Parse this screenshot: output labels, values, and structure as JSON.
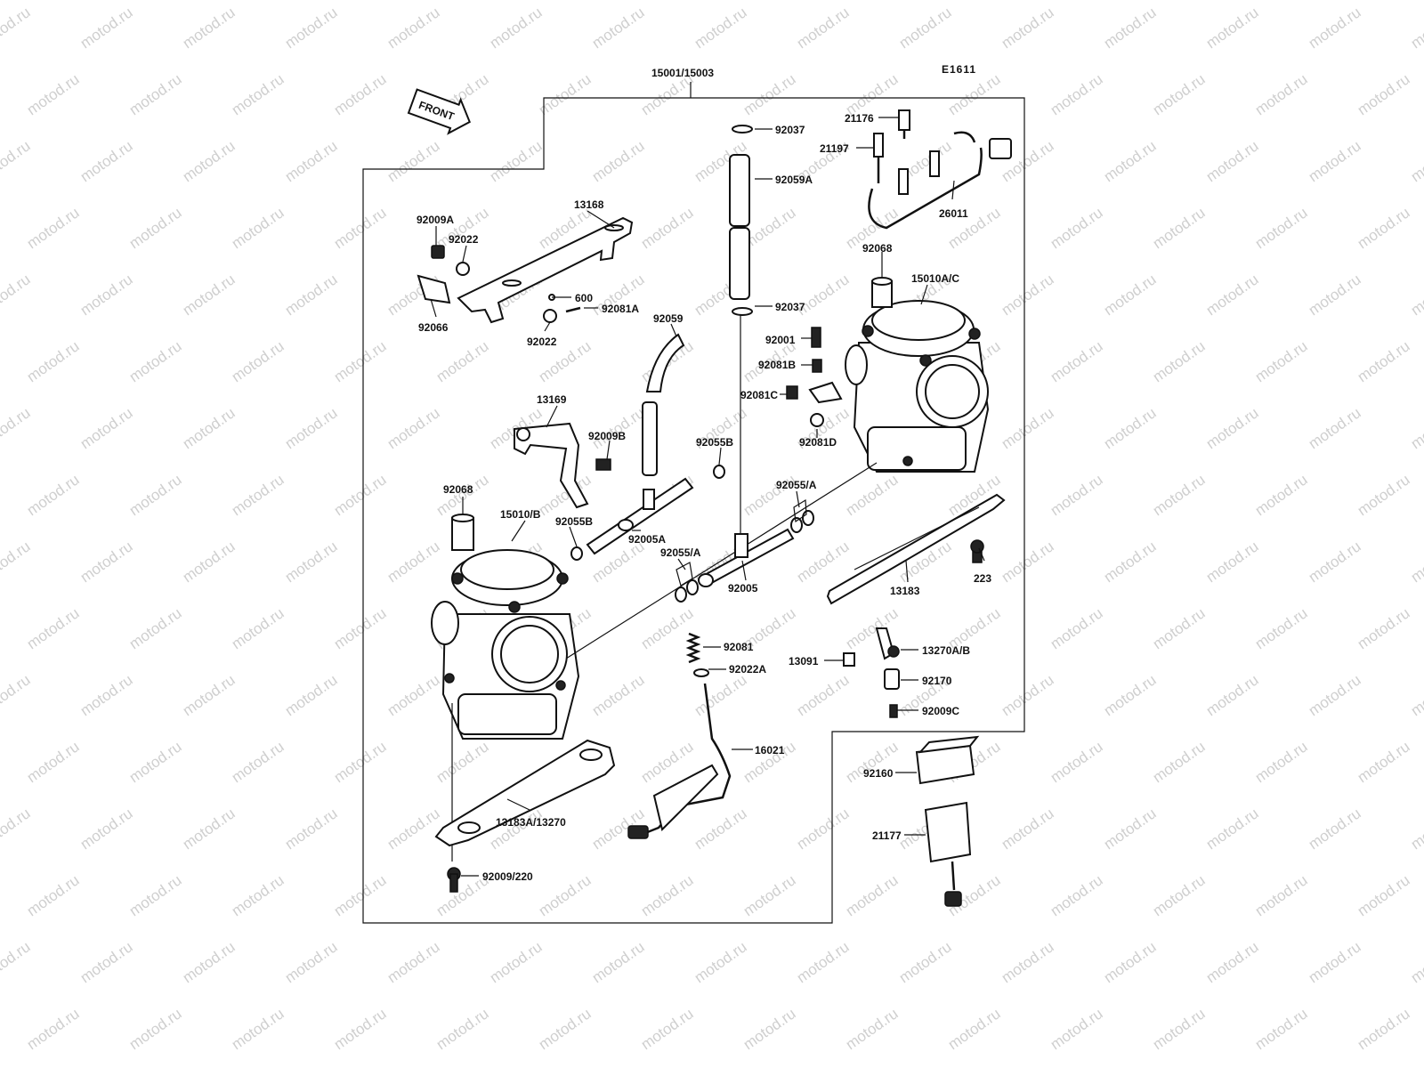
{
  "header": {
    "assembly_number": "15001/15003",
    "diagram_code": "E1611",
    "front_arrow_label": "FRONT"
  },
  "watermark": "motod.ru",
  "parts": [
    {
      "id": "p92037a",
      "label": "92037"
    },
    {
      "id": "p21176",
      "label": "21176"
    },
    {
      "id": "p21197",
      "label": "21197"
    },
    {
      "id": "p92059A",
      "label": "92059A"
    },
    {
      "id": "p26011",
      "label": "26011"
    },
    {
      "id": "p13168",
      "label": "13168"
    },
    {
      "id": "p92009A",
      "label": "92009A"
    },
    {
      "id": "p92022a",
      "label": "92022"
    },
    {
      "id": "p600",
      "label": "600"
    },
    {
      "id": "p92081A",
      "label": "92081A"
    },
    {
      "id": "p92066",
      "label": "92066"
    },
    {
      "id": "p92022b",
      "label": "92022"
    },
    {
      "id": "p92068a",
      "label": "92068"
    },
    {
      "id": "p15010AC",
      "label": "15010A/C"
    },
    {
      "id": "p92037b",
      "label": "92037"
    },
    {
      "id": "p92059",
      "label": "92059"
    },
    {
      "id": "p92001",
      "label": "92001"
    },
    {
      "id": "p92081B",
      "label": "92081B"
    },
    {
      "id": "p92081C",
      "label": "92081C"
    },
    {
      "id": "p13169",
      "label": "13169"
    },
    {
      "id": "p92081D",
      "label": "92081D"
    },
    {
      "id": "p92009B",
      "label": "92009B"
    },
    {
      "id": "p92055B_a",
      "label": "92055B"
    },
    {
      "id": "p92055A_a",
      "label": "92055/A"
    },
    {
      "id": "p92068b",
      "label": "92068"
    },
    {
      "id": "p15010B",
      "label": "15010/B"
    },
    {
      "id": "p92055B_b",
      "label": "92055B"
    },
    {
      "id": "p92005A",
      "label": "92005A"
    },
    {
      "id": "p92055A_b",
      "label": "92055/A"
    },
    {
      "id": "p223",
      "label": "223"
    },
    {
      "id": "p92005",
      "label": "92005"
    },
    {
      "id": "p13183",
      "label": "13183"
    },
    {
      "id": "p92081",
      "label": "92081"
    },
    {
      "id": "p13270AB",
      "label": "13270A/B"
    },
    {
      "id": "p13091",
      "label": "13091"
    },
    {
      "id": "p92022A",
      "label": "92022A"
    },
    {
      "id": "p92170",
      "label": "92170"
    },
    {
      "id": "p92009C",
      "label": "92009C"
    },
    {
      "id": "p16021",
      "label": "16021"
    },
    {
      "id": "p92160",
      "label": "92160"
    },
    {
      "id": "p13183A",
      "label": "13183A/13270"
    },
    {
      "id": "p21177",
      "label": "21177"
    },
    {
      "id": "p92009_220",
      "label": "92009/220"
    }
  ]
}
